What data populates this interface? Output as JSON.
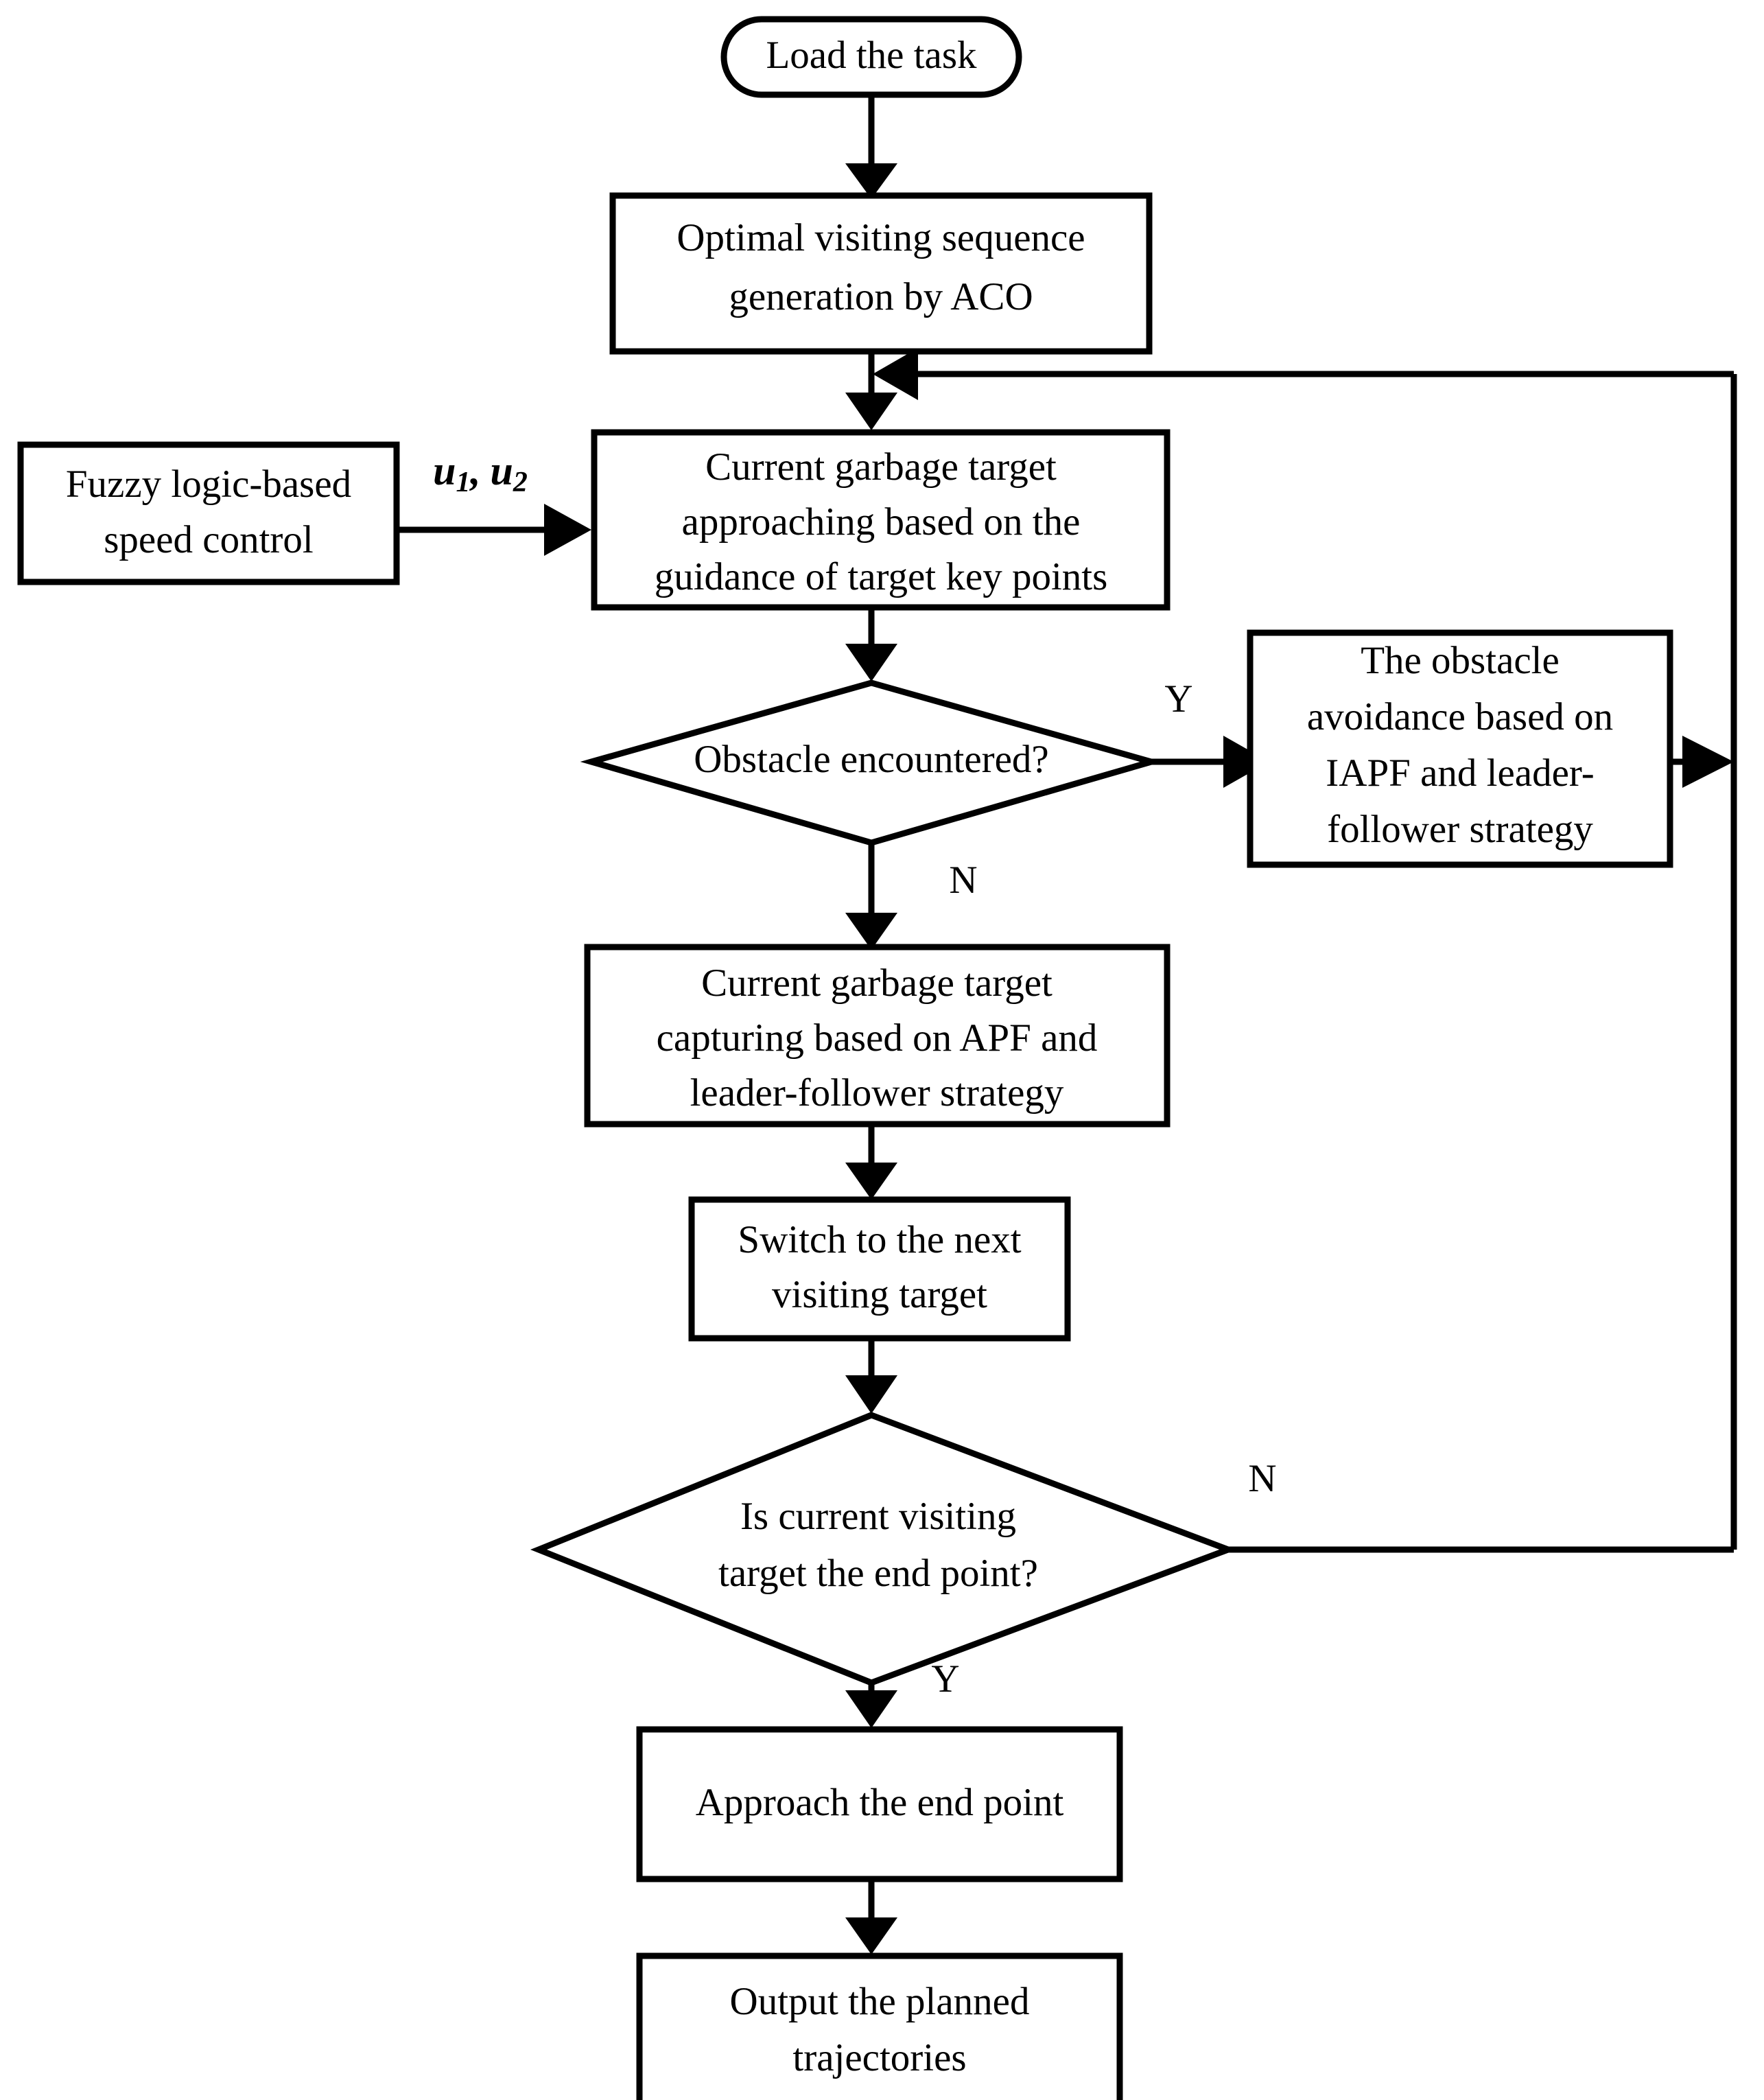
{
  "diagram": {
    "type": "flowchart",
    "title": "Multi-robot garbage collection path planning flowchart",
    "orientation": "top-to-bottom",
    "background_color": "#ffffff",
    "line_color": "#000000",
    "nodes": [
      {
        "id": "start",
        "shape": "stadium",
        "label": "Load the task",
        "lines": [
          "Load the task"
        ]
      },
      {
        "id": "aco",
        "shape": "rectangle",
        "label": "Optimal visiting sequence generation by ACO",
        "lines": [
          "Optimal visiting sequence",
          "generation by ACO"
        ]
      },
      {
        "id": "fuzzy",
        "shape": "rectangle",
        "label": "Fuzzy logic-based speed control",
        "lines": [
          "Fuzzy logic-based",
          "speed control"
        ]
      },
      {
        "id": "approach",
        "shape": "rectangle",
        "label": "Current garbage target approaching based on the guidance of target key points",
        "lines": [
          "Current garbage target",
          "approaching based on the",
          "guidance of target key points"
        ]
      },
      {
        "id": "obstacle_q",
        "shape": "diamond",
        "label": "Obstacle encountered?",
        "lines": [
          "Obstacle encountered?"
        ]
      },
      {
        "id": "avoidance",
        "shape": "rectangle",
        "label": "The obstacle avoidance based on IAPF and leader-follower strategy",
        "lines": [
          "The obstacle",
          "avoidance based on",
          "IAPF and leader-",
          "follower strategy"
        ]
      },
      {
        "id": "capture",
        "shape": "rectangle",
        "label": "Current garbage target capturing based on APF and leader-follower strategy",
        "lines": [
          "Current garbage target",
          "capturing based on APF and",
          "leader-follower strategy"
        ]
      },
      {
        "id": "switch",
        "shape": "rectangle",
        "label": "Switch to the next visiting target",
        "lines": [
          "Switch to the next",
          "visiting target"
        ]
      },
      {
        "id": "end_q",
        "shape": "diamond",
        "label": "Is current visiting target the end point?",
        "lines": [
          "Is current visiting",
          "target the end point?"
        ]
      },
      {
        "id": "approach_end",
        "shape": "rectangle",
        "label": "Approach the end point",
        "lines": [
          "Approach the end point"
        ]
      },
      {
        "id": "output",
        "shape": "rectangle",
        "label": "Output the planned trajectories",
        "lines": [
          "Output the planned",
          "trajectories"
        ]
      }
    ],
    "edges": [
      {
        "id": "e-start-aco",
        "from": "start",
        "to": "aco",
        "label": ""
      },
      {
        "id": "e-aco-approach",
        "from": "aco",
        "to": "approach",
        "label": ""
      },
      {
        "id": "e-fuzzy-approach",
        "from": "fuzzy",
        "to": "approach",
        "label": "u1, u2",
        "label_base": "u",
        "label_sub1": "1",
        "label_sub2": "2"
      },
      {
        "id": "e-approach-obstacleq",
        "from": "approach",
        "to": "obstacle_q",
        "label": ""
      },
      {
        "id": "e-obstacleq-avoidance",
        "from": "obstacle_q",
        "to": "avoidance",
        "label": "Y"
      },
      {
        "id": "e-obstacleq-capture",
        "from": "obstacle_q",
        "to": "capture",
        "label": "N"
      },
      {
        "id": "e-avoidance-loop",
        "from": "avoidance",
        "to": "approach",
        "label": ""
      },
      {
        "id": "e-capture-switch",
        "from": "capture",
        "to": "switch",
        "label": ""
      },
      {
        "id": "e-switch-endq",
        "from": "switch",
        "to": "end_q",
        "label": ""
      },
      {
        "id": "e-endq-loop",
        "from": "end_q",
        "to": "approach",
        "label": "N"
      },
      {
        "id": "e-endq-approachend",
        "from": "end_q",
        "to": "approach_end",
        "label": "Y"
      },
      {
        "id": "e-approachend-output",
        "from": "approach_end",
        "to": "output",
        "label": ""
      }
    ],
    "edge_labels": {
      "yes_obstacle": "Y",
      "no_obstacle": "N",
      "no_end": "N",
      "yes_end": "Y",
      "control_signal_base": "u",
      "control_signal_sub_1": "1",
      "control_signal_comma": ",",
      "control_signal_sub_2": "2"
    },
    "node_text": {
      "start_l1": "Load the task",
      "aco_l1": "Optimal visiting sequence",
      "aco_l2": "generation by ACO",
      "fuzzy_l1": "Fuzzy logic-based",
      "fuzzy_l2": "speed control",
      "approach_l1": "Current garbage target",
      "approach_l2": "approaching based on the",
      "approach_l3": "guidance of target key points",
      "obstacle_q_l1": "Obstacle encountered?",
      "avoidance_l1": "The obstacle",
      "avoidance_l2": "avoidance based on",
      "avoidance_l3": "IAPF and leader-",
      "avoidance_l4": "follower strategy",
      "capture_l1": "Current garbage target",
      "capture_l2": "capturing based on APF and",
      "capture_l3": "leader-follower strategy",
      "switch_l1": "Switch to the next",
      "switch_l2": "visiting target",
      "end_q_l1": "Is current visiting",
      "end_q_l2": "target the end point?",
      "approach_end_l1": "Approach the end point",
      "output_l1": "Output the planned",
      "output_l2": "trajectories"
    }
  }
}
